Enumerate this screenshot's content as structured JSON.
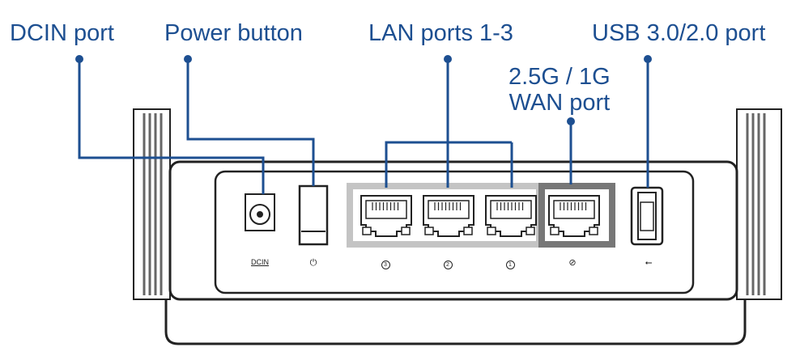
{
  "callouts": {
    "dcin": "DCIN port",
    "power": "Power button",
    "lan": "LAN ports 1-3",
    "wan_line1": "2.5G / 1G",
    "wan_line2": "WAN port",
    "usb": "USB 3.0/2.0 port"
  },
  "port_labels": {
    "dcin": "DCIN",
    "power": "⏻",
    "lan3": "3",
    "lan2": "2",
    "lan1": "1",
    "wan": "⊘",
    "usb": "⭠"
  },
  "colors": {
    "callout": "#1d4f91",
    "body_outline": "#222222",
    "lan_frame": "#b9b9b9",
    "wan_frame": "#7a7a7a"
  },
  "icons": [
    "power-icon",
    "usb-icon",
    "wan-globe-icon"
  ]
}
